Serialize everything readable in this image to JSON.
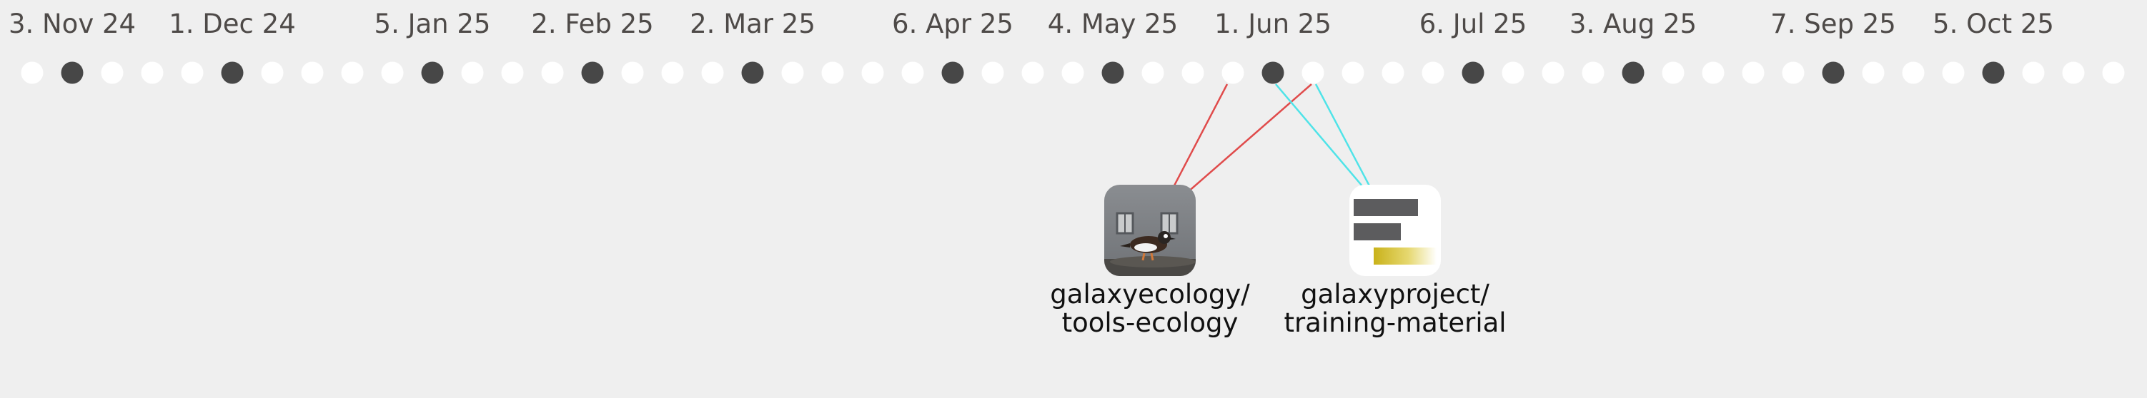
{
  "timeline": {
    "date_labels": [
      {
        "text": "3. Nov 24",
        "slot": 1
      },
      {
        "text": "1. Dec 24",
        "slot": 5
      },
      {
        "text": "5. Jan 25",
        "slot": 10
      },
      {
        "text": "2. Feb 25",
        "slot": 14
      },
      {
        "text": "2. Mar 25",
        "slot": 18
      },
      {
        "text": "6. Apr 25",
        "slot": 23
      },
      {
        "text": "4. May 25",
        "slot": 27
      },
      {
        "text": "1. Jun 25",
        "slot": 31
      },
      {
        "text": "6. Jul 25",
        "slot": 36
      },
      {
        "text": "3. Aug 25",
        "slot": 40
      },
      {
        "text": "7. Sep 25",
        "slot": 45
      },
      {
        "text": "5. Oct 25",
        "slot": 49
      }
    ],
    "week_count": 53,
    "highlighted_weeks": [
      1,
      5,
      10,
      14,
      18,
      23,
      27,
      31,
      36,
      40,
      45,
      49
    ],
    "colors": {
      "highlight_dot": "#474747",
      "plain_dot": "#ffffff",
      "background": "#efefef"
    }
  },
  "repositories": [
    {
      "name_line1": "galaxyecology/",
      "name_line2": "tools-ecology",
      "icon": "bird-photo-icon",
      "link_color": "#e04b4b",
      "linked_weeks": [
        30,
        32
      ]
    },
    {
      "name_line1": "galaxyproject/",
      "name_line2": "training-material",
      "icon": "gtn-logo-icon",
      "link_color": "#4fe3e8",
      "linked_weeks": [
        31,
        32
      ]
    }
  ]
}
